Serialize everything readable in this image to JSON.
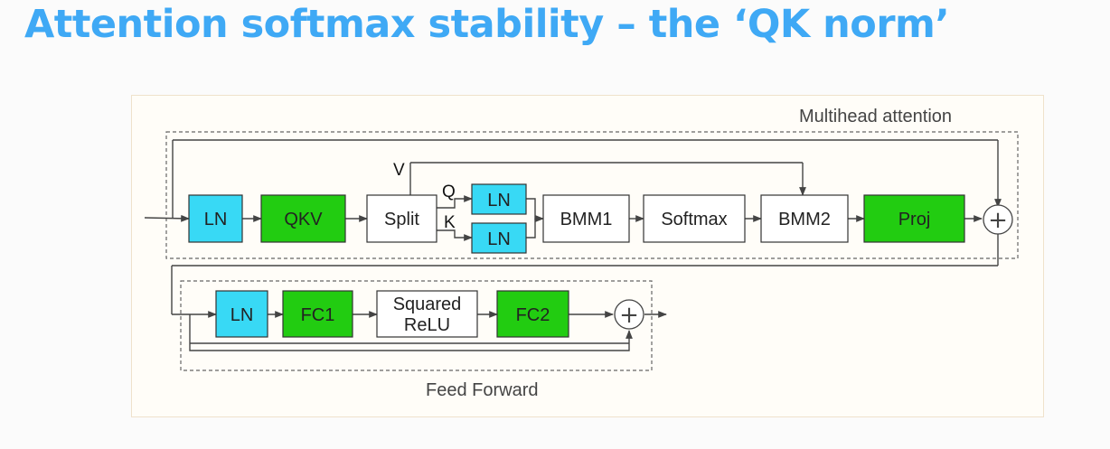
{
  "title": "Attention softmax stability – the ‘QK norm’",
  "colors": {
    "title": "#3fa9f5",
    "ln_block": "#38d9f5",
    "linear_block": "#22cc11",
    "plain_block": "#ffffff"
  },
  "multihead": {
    "label": "Multihead attention",
    "blocks": {
      "ln": "LN",
      "qkv": "QKV",
      "split": "Split",
      "ln_q": "LN",
      "ln_k": "LN",
      "bmm1": "BMM1",
      "softmax": "Softmax",
      "bmm2": "BMM2",
      "proj": "Proj"
    },
    "ports": {
      "v": "V",
      "q": "Q",
      "k": "K"
    },
    "sum_symbol": "+"
  },
  "feed_forward": {
    "label": "Feed Forward",
    "blocks": {
      "ln": "LN",
      "fc1": "FC1",
      "act_line1": "Squared",
      "act_line2": "ReLU",
      "fc2": "FC2"
    },
    "sum_symbol": "+"
  }
}
